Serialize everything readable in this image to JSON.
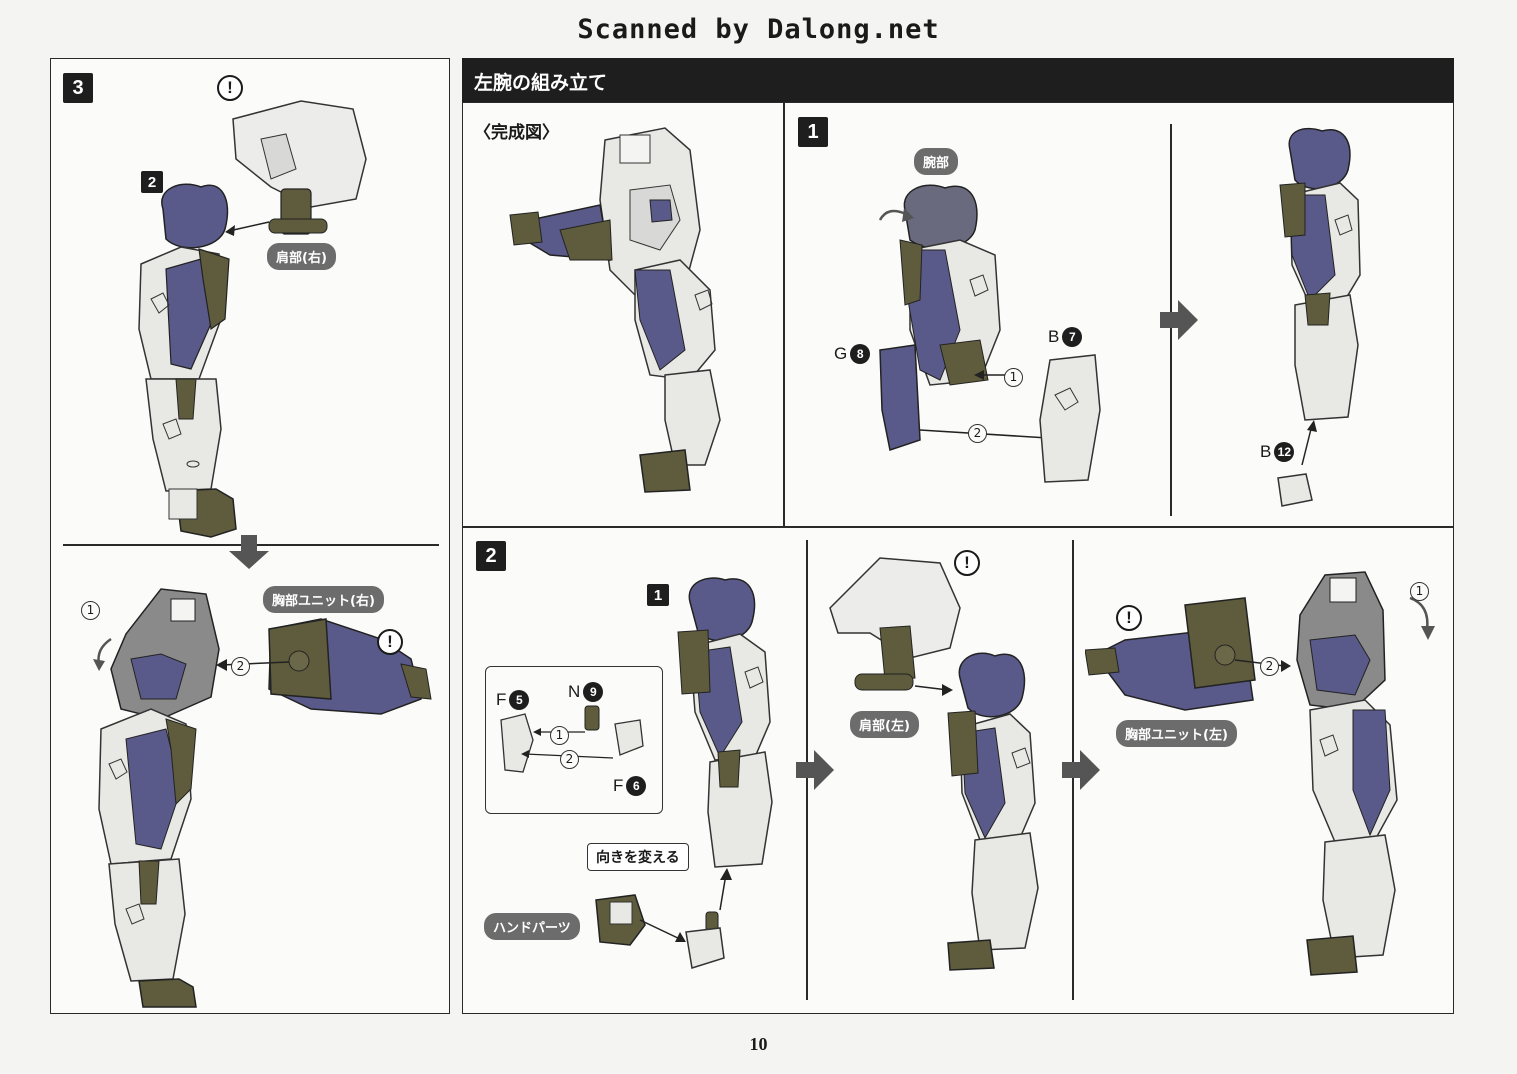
{
  "header": {
    "watermark": "Scanned by Dalong.net"
  },
  "page_number": "10",
  "step3": {
    "number": "3",
    "sub_number": "2",
    "shoulder_right_tag": "肩部(右)",
    "chest_unit_right_tag": "胸部ユニット(右)",
    "warn_symbol": "!",
    "ref_1": "1",
    "ref_2": "2"
  },
  "left_arm": {
    "section_title": "左腕の組み立て",
    "completed_label": "〈完成図〉",
    "step1": {
      "number": "1",
      "arm_tag": "腕部",
      "part_g": "G",
      "part_g_num": "8",
      "part_b7": "B",
      "part_b7_num": "7",
      "part_b12": "B",
      "part_b12_num": "12",
      "ref_1": "1",
      "ref_2": "2"
    },
    "step2": {
      "number": "2",
      "sub_number": "1",
      "part_f5": "F",
      "part_f5_num": "5",
      "part_n9": "N",
      "part_n9_num": "9",
      "part_f6": "F",
      "part_f6_num": "6",
      "change_direction": "向きを変える",
      "hand_parts_tag": "ハンドパーツ",
      "shoulder_left_tag": "肩部(左)",
      "chest_unit_left_tag": "胸部ユニット(左)",
      "warn_symbol": "!",
      "ref_1": "1",
      "ref_2": "2"
    }
  },
  "colors": {
    "armor_white": "#e8e8e4",
    "armor_purple": "#5a5a8a",
    "armor_olive": "#5e5c3c",
    "armor_gray": "#8a8a8a",
    "header_bar": "#1e1e1e"
  }
}
